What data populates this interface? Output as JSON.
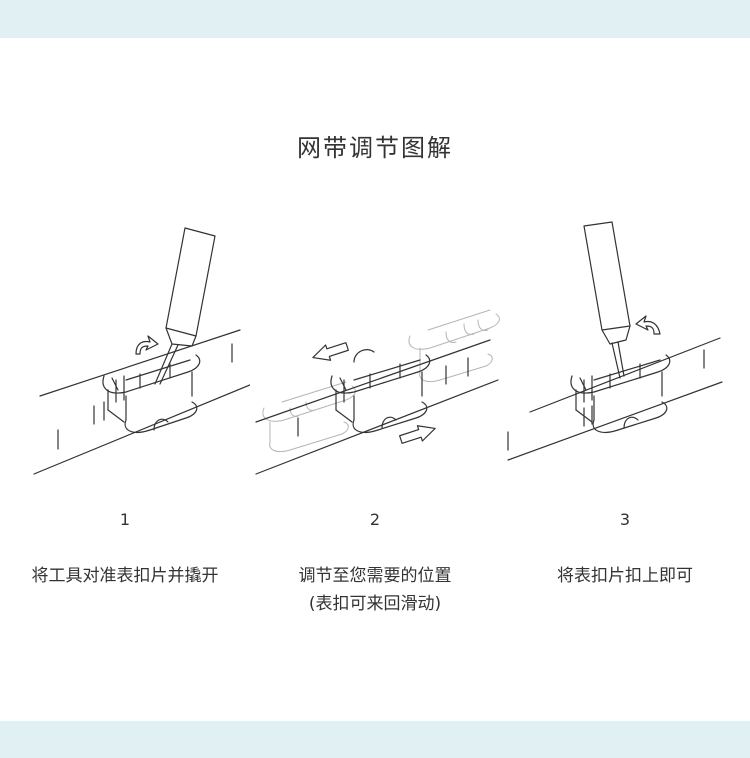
{
  "theme": {
    "band_color": "#e1f0f3",
    "line_color": "#333333",
    "ghost_color": "#b5b5b5"
  },
  "title": "网带调节图解",
  "steps": [
    {
      "number": "1",
      "caption_lines": [
        "将工具对准表扣片并撬开"
      ],
      "icons": [
        "tool-icon",
        "lift-arrow-icon",
        "clasp-icon"
      ]
    },
    {
      "number": "2",
      "caption_lines": [
        "调节至您需要的位置",
        "(表扣可来回滑动)"
      ],
      "icons": [
        "arrow-left-icon",
        "arrow-right-icon",
        "clasp-icon"
      ]
    },
    {
      "number": "3",
      "caption_lines": [
        "将表扣片扣上即可"
      ],
      "icons": [
        "tool-icon",
        "press-arrow-icon",
        "clasp-icon"
      ]
    }
  ]
}
